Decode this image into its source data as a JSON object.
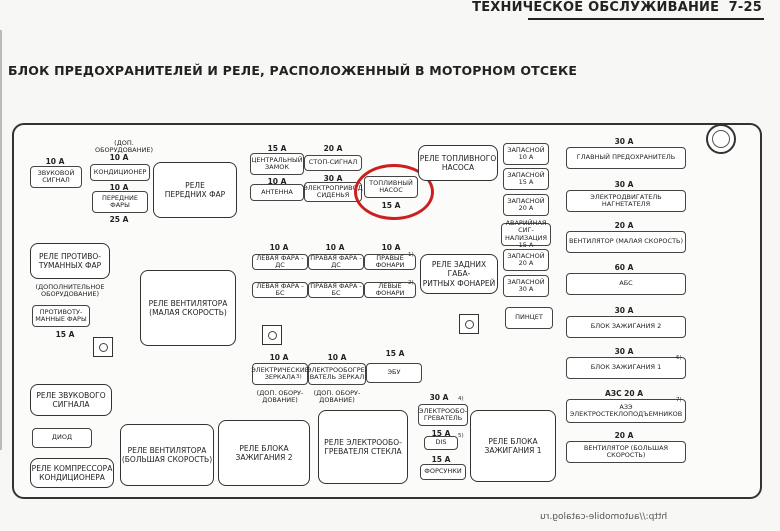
{
  "header": {
    "section": "ТЕХНИЧЕСКОЕ ОБСЛУЖИВАНИЕ",
    "page": "7-25",
    "title": "БЛОК ПРЕДОХРАНИТЕЛЕЙ И РЕЛЕ, РАСПОЛОЖЕННЫЙ В МОТОРНОМ ОТСЕКЕ"
  },
  "highlight_color": "#cc1f1f",
  "components": {
    "zvukovoy_signal": {
      "label": "ЗВУКОВОЙ\nСИГНАЛ",
      "amp": "10 A"
    },
    "kond_note": "(ДОП. ОБОРУДОВАНИЕ)",
    "konditsioner": {
      "label": "КОНДИЦИОНЕР",
      "amp": "10 A"
    },
    "perednie_fary": {
      "label": "ПЕРЕДНИЕ\nФАРЫ",
      "amp_top": "10 A",
      "amp_bottom": "25 A"
    },
    "rele_perednih_far": "РЕЛЕ\nПЕРЕДНИХ ФАР",
    "tsentralny_zamok": {
      "label": "ЦЕНТРАЛЬНЫЙ\nЗАМОК",
      "amp": "15 A"
    },
    "antenna": {
      "label": "АНТЕННА",
      "amp": "10 A"
    },
    "stop_signal": {
      "label": "СТОП-СИГНАЛ",
      "amp": "20 A"
    },
    "elektroprivod_sidenya": {
      "label": "ЭЛЕКТРОПРИВОД\nСИДЕНЬЯ",
      "amp": "30 A"
    },
    "toplivny_nasos": {
      "label": "ТОПЛИВНЫЙ\nНАСОС",
      "amp": "15 A"
    },
    "rele_toplivnogo_nasosa": "РЕЛЕ ТОПЛИВНОГО\nНАСОСА",
    "zapasnoy_10": {
      "label": "ЗАПАСНОЙ\n10 A"
    },
    "zapasnoy_15": {
      "label": "ЗАПАСНОЙ\n15 A"
    },
    "zapasnoy_20": {
      "label": "ЗАПАСНОЙ\n20 A"
    },
    "avariynaya_signalizatsiya": {
      "label": "АВАРИЙНАЯ СИГ-\nНАЛИЗАЦИЯ 15 A"
    },
    "zapasnoy_20b": {
      "label": "ЗАПАСНОЙ\n20 A"
    },
    "zapasnoy_30": {
      "label": "ЗАПАСНОЙ\n30 A"
    },
    "pintset": {
      "label": "ПИНЦЕТ"
    },
    "glavny_predohranitel": {
      "label": "ГЛАВНЫЙ ПРЕДОХРАНИТЕЛЬ",
      "amp": "30 A"
    },
    "elektrodvigatel_nagnetatelya": {
      "label": "ЭЛЕКТРОДВИГАТЕЛЬ НАГНЕТАТЕЛЯ",
      "amp": "30 A"
    },
    "ventilyator_malaya": {
      "label": "ВЕНТИЛЯТОР (МАЛАЯ СКОРОСТЬ)",
      "amp": "20 A"
    },
    "abs": {
      "label": "АБС",
      "amp": "60 A"
    },
    "blok_zazhiganiya_2_fuse": {
      "label": "БЛОК ЗАЖИГАНИЯ 2",
      "amp": "30 A"
    },
    "blok_zazhiganiya_1_fuse": {
      "label": "БЛОК ЗАЖИГАНИЯ 1",
      "amp": "30 A",
      "note": "6)"
    },
    "aze_elektrosteklopodemniki": {
      "label": "АЗЭ\nЭЛЕКТРОСТЕКЛОПОДЪЕМНИКОВ",
      "amp": "АЗС 20 A",
      "note": "7)"
    },
    "ventilyator_bolshaya_fuse": {
      "label": "ВЕНТИЛЯТОР (БОЛЬШАЯ СКОРОСТЬ)",
      "amp": "20 A"
    },
    "rele_protivotumannyh_far": "РЕЛЕ ПРОТИВО-\nТУМАННЫХ ФАР",
    "dop_oborudovanie_note": "(ДОПОЛНИТЕЛЬНОЕ\nОБОРУДОВАНИЕ)",
    "protivotumannye_fary": {
      "label": "ПРОТИВОТУ-\nМАННЫЕ ФАРЫ",
      "amp": "15 A"
    },
    "rele_ventilyatora_malaya": "РЕЛЕ ВЕНТИЛЯТОРА\n(МАЛАЯ СКОРОСТЬ)",
    "levaya_fara_dс": {
      "label": "ЛЕВАЯ ФАРА - ДС",
      "amp": "10 A"
    },
    "pravaya_fara_ds": {
      "label": "ПРАВАЯ ФАРА - ДС",
      "amp": "10 A"
    },
    "pravye_fonari": {
      "label": "ПРАВЫЕ ФОНАРИ",
      "amp": "10 A",
      "note": "1)"
    },
    "levaya_fara_bs": {
      "label": "ЛЕВАЯ ФАРА - БС"
    },
    "pravaya_fara_bs": {
      "label": "ПРАВАЯ ФАРА - БС"
    },
    "levye_fonari": {
      "label": "ЛЕВЫЕ ФОНАРИ",
      "note": "2)"
    },
    "rele_zadnih_gabaritnyh_fonarey": "РЕЛЕ ЗАДНИХ ГАБА-\nРИТНЫХ ФОНАРЕЙ",
    "elektricheskie_zerkala": {
      "label": "ЭЛЕКТРИЧЕСКИЕ\nЗЕРКАЛА",
      "amp": "10 A",
      "note": "3)",
      "sub": "(ДОП. ОБОРУ-\nДОВАНИЕ)"
    },
    "elektroobogrevatel_zerkal": {
      "label": "ЭЛЕКТРООБОГРЕ-\nВАТЕЛЬ ЗЕРКАЛ",
      "amp": "10 A",
      "sub": "(ДОП. ОБОРУ-\nДОВАНИЕ)"
    },
    "ebu": {
      "label": "ЭБУ",
      "amp": "15 A"
    },
    "rele_zvukovogo_signala": "РЕЛЕ ЗВУКОВОГО\nСИГНАЛА",
    "diod": "ДИОД",
    "rele_kompressora": "РЕЛЕ КОМПРЕССОРА\nКОНДИЦИОНЕРА",
    "rele_ventilyatora_bolshaya": "РЕЛЕ ВЕНТИЛЯТОРА\n(БОЛЬШАЯ СКОРОСТЬ)",
    "rele_bloka_zazhiganiya_2": "РЕЛЕ БЛОКА\nЗАЖИГАНИЯ 2",
    "rele_elektroobogrevatelya_stekla": "РЕЛЕ ЭЛЕКТРООБО-\nГРЕВАТЕЛЯ СТЕКЛА",
    "elektroobogrevatel": {
      "label": "ЭЛЕКТРООБО-\nГРЕВАТЕЛЬ",
      "amp": "30 A",
      "note": "4)"
    },
    "dis": {
      "label": "DIS",
      "amp": "15 A",
      "note": "5)"
    },
    "forsunki": {
      "label": "ФОРСУНКИ",
      "amp": "15 A"
    },
    "rele_bloka_zazhiganiya_1": "РЕЛЕ БЛОКА\nЗАЖИГАНИЯ 1"
  },
  "footer": "http://automobile-catalog.ru"
}
